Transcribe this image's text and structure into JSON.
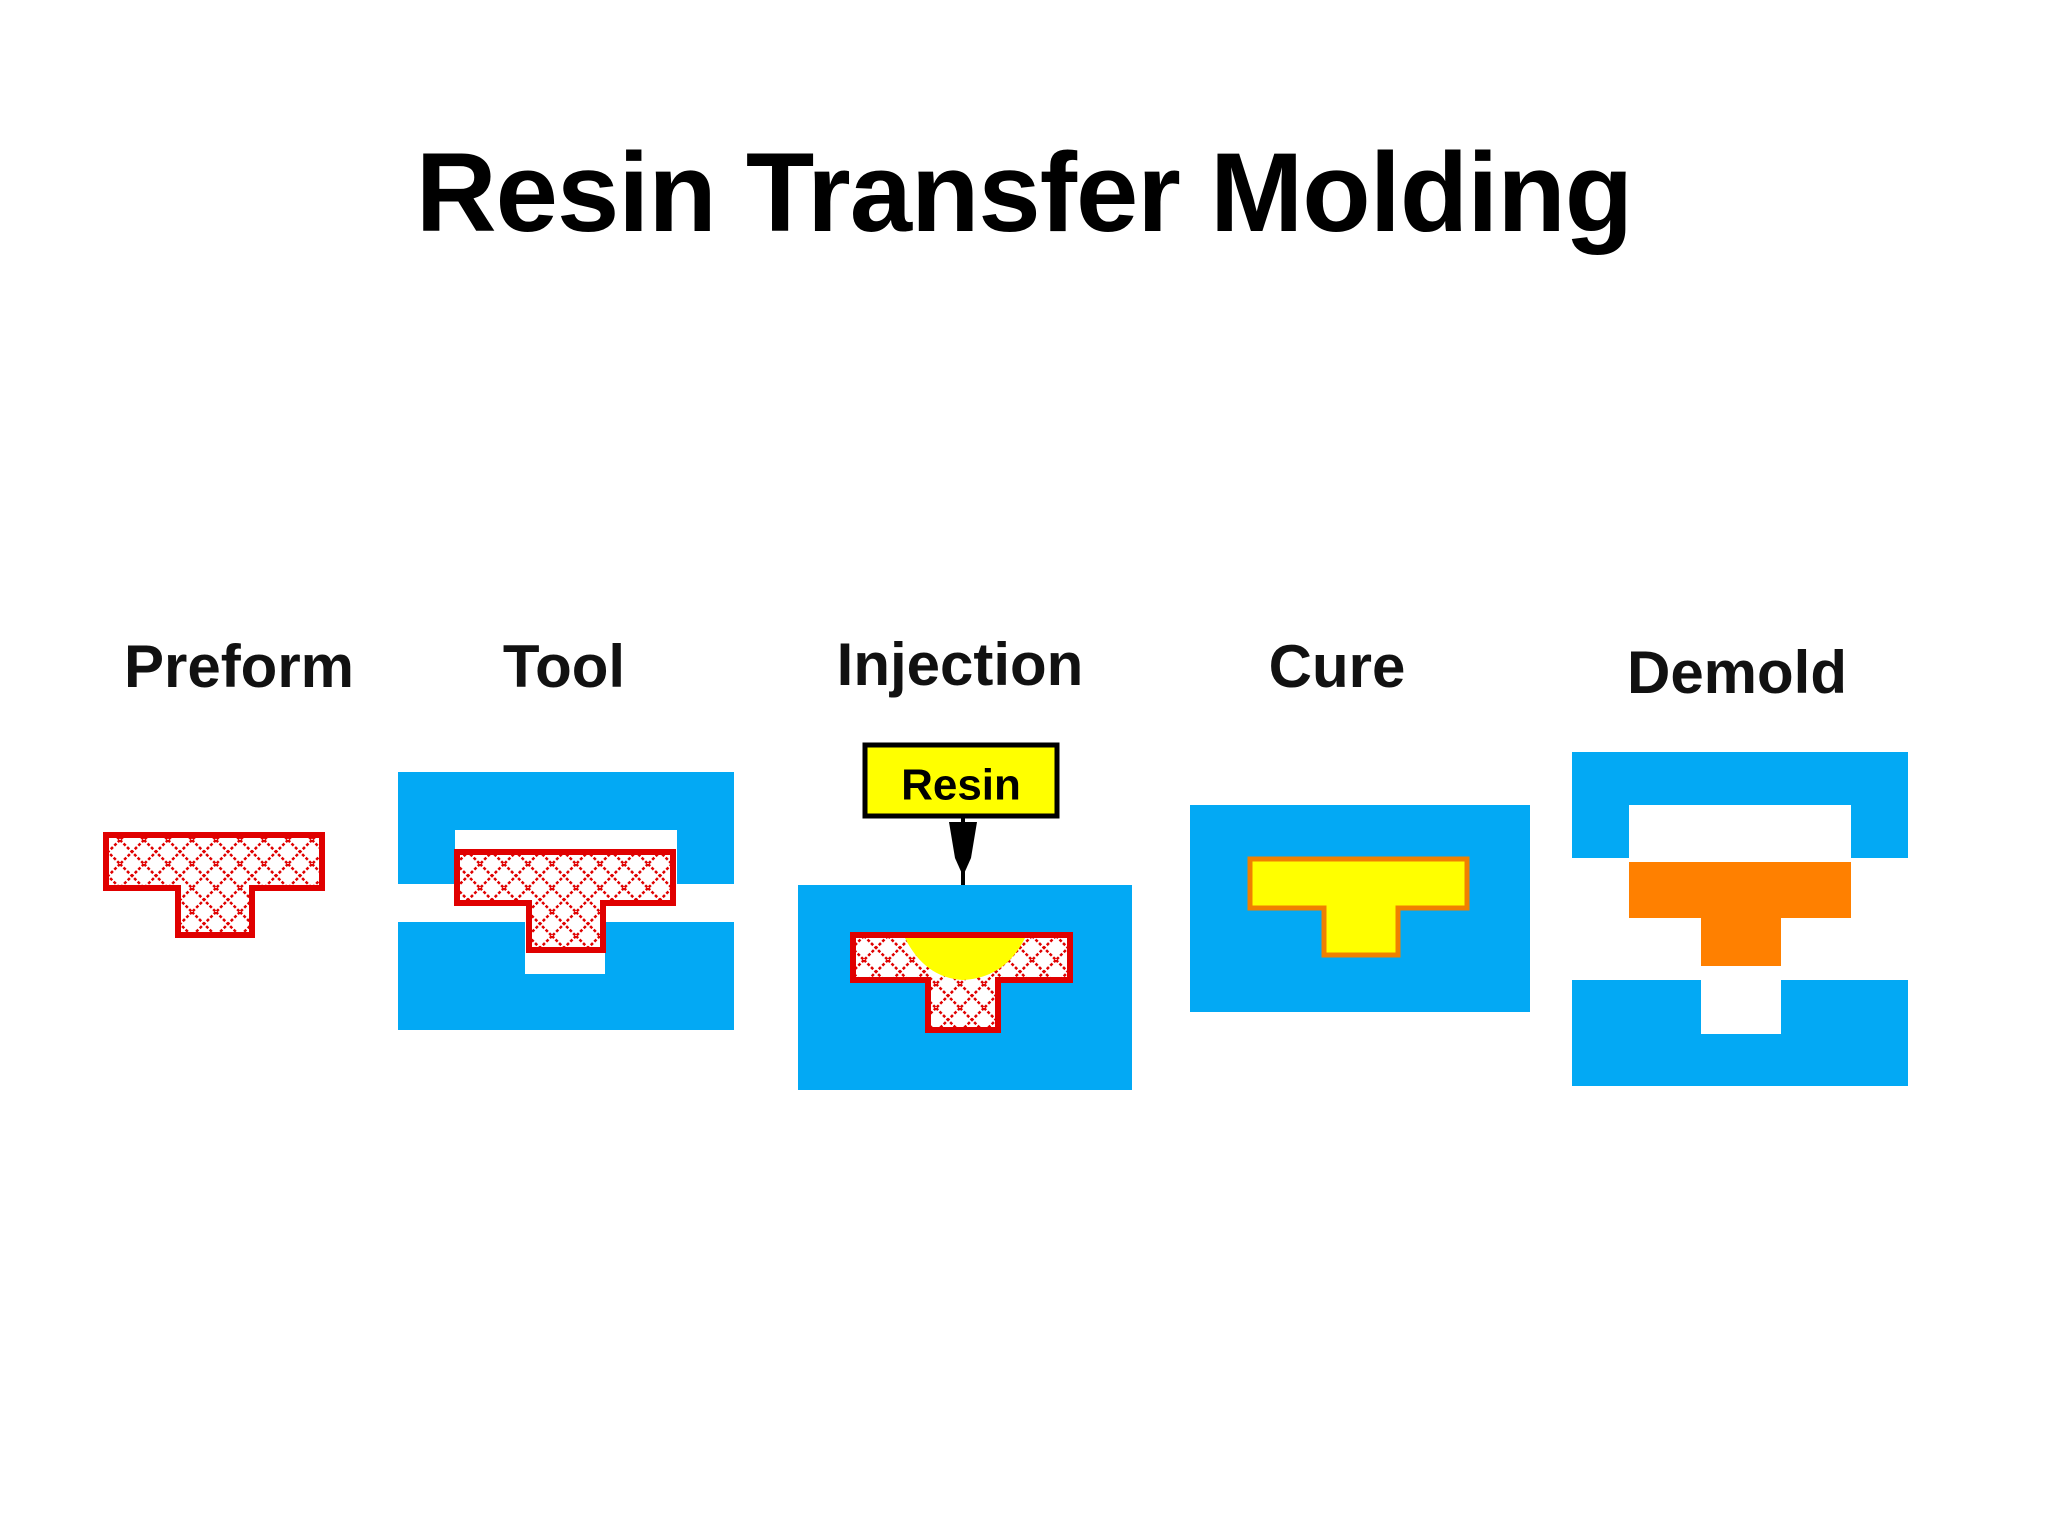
{
  "title": "Resin Transfer Molding",
  "steps": [
    {
      "id": "preform",
      "label": "Preform"
    },
    {
      "id": "tool",
      "label": "Tool"
    },
    {
      "id": "injection",
      "label": "Injection"
    },
    {
      "id": "cure",
      "label": "Cure"
    },
    {
      "id": "demold",
      "label": "Demold"
    }
  ],
  "resin_label": "Resin",
  "colors": {
    "mold": "#03A9F4",
    "preform_outline": "#E00000",
    "preform_hatch": "#E00000",
    "resin": "#FFFF00",
    "cured_part": "#FF8000",
    "cured_outline": "#F08000",
    "label_box_border": "#000000"
  }
}
